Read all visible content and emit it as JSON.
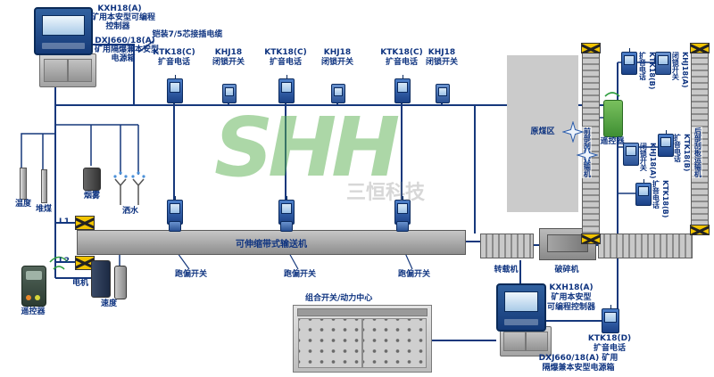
{
  "watermark": {
    "logo": "SHH",
    "subtext": "三恒科技"
  },
  "top_left": {
    "ctrl1": "KXH18(A)",
    "ctrl2": "矿用本安型可编程",
    "ctrl3": "控制器",
    "pwr1": "DXJ660/18(A)",
    "pwr2": "矿用隔爆兼本安型",
    "pwr3": "电源箱",
    "cable": "铠装7/5芯接插电缆"
  },
  "top_row": [
    {
      "model": "KTK18(C)",
      "name": "扩音电话"
    },
    {
      "model": "KHJ18",
      "name": "闭锁开关"
    },
    {
      "model": "KTK18(C)",
      "name": "扩音电话"
    },
    {
      "model": "KHJ18",
      "name": "闭锁开关"
    },
    {
      "model": "KTK18(C)",
      "name": "扩音电话"
    },
    {
      "model": "KHJ18",
      "name": "闭锁开关"
    }
  ],
  "left": {
    "temp": "温度",
    "coal": "堆煤",
    "smoke": "烟雾",
    "spray": "洒水",
    "l1": "L1",
    "l2": "L2",
    "motor": "电机",
    "speed": "速度",
    "remote": "遥控器"
  },
  "belt": {
    "label": "可伸缩带式输送机",
    "deviation": "跑偏开关"
  },
  "middle": {
    "transfer": "转载机",
    "crusher": "破碎机"
  },
  "right": {
    "coal_area": "原煤区",
    "remote": "遥控器",
    "front": "前部刮板运输机",
    "rear": "后部刮板运输机",
    "devices": [
      {
        "model": "KTK18(B)",
        "name": "扩音电话"
      },
      {
        "model": "KHJ18(A)",
        "name": "闭锁开关"
      },
      {
        "model": "KHJ18(A)",
        "name": "闭锁开关"
      },
      {
        "model": "KTK18(B)",
        "name": "扩音电话"
      },
      {
        "model": "KTK18(B)",
        "name": "扩音电话"
      }
    ]
  },
  "bottom_right": {
    "ctrl1": "KXH18(A)",
    "ctrl2": "矿用本安型",
    "ctrl3": "可编程控制器",
    "phone_model": "KTK18(D)",
    "phone_name": "扩音电话",
    "pwr1": "DXJ660/18(A) 矿用",
    "pwr2": "隔爆兼本安型电源箱"
  },
  "bottom_center": {
    "label": "组合开关/动力中心"
  }
}
